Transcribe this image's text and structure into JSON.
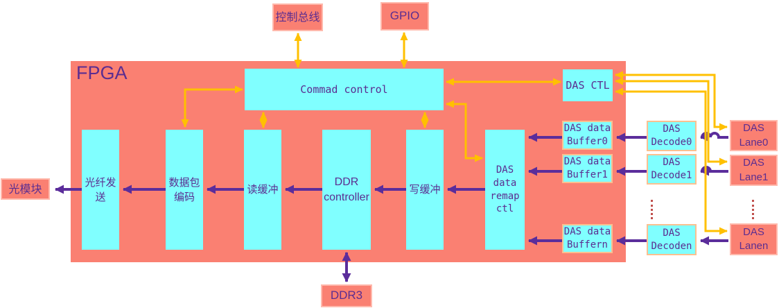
{
  "colors": {
    "salmon": "#FA8072",
    "cyan": "#80FFFF",
    "control_arrow": "#FFC000",
    "data_arrow": "#5B2D9B",
    "label_text": "#5B2D90",
    "box_border": "#FFB9AC",
    "outer_box_border": "#FAC090",
    "ellipsis_dots": "#C0504D"
  },
  "fpga_label": "FPGA",
  "top_boxes": {
    "control_bus": "控制总线",
    "gpio": "GPIO"
  },
  "command_control": "Commad control",
  "das_ctl": "DAS CTL",
  "pipeline_blocks": {
    "fiber_tx": "光纤发\n送",
    "packet_encoder": "数据包\n编码",
    "read_buffer": "读缓冲",
    "ddr_controller": "DDR\ncontroller",
    "write_buffer": "写缓冲",
    "das_data_remap_ctl": "DAS\ndata\nremap\nctl"
  },
  "das_data_buffers": [
    "DAS data\nBuffer0",
    "DAS data\nBuffer1",
    "DAS data\nBuffern"
  ],
  "das_decoders": [
    "DAS\nDecode0",
    "DAS\nDecode1",
    "DAS\nDecoden"
  ],
  "das_lanes": [
    "DAS Lane0",
    "DAS Lane1",
    "DAS Lanen"
  ],
  "optical_module": "光模块",
  "ddr3": "DDR3"
}
